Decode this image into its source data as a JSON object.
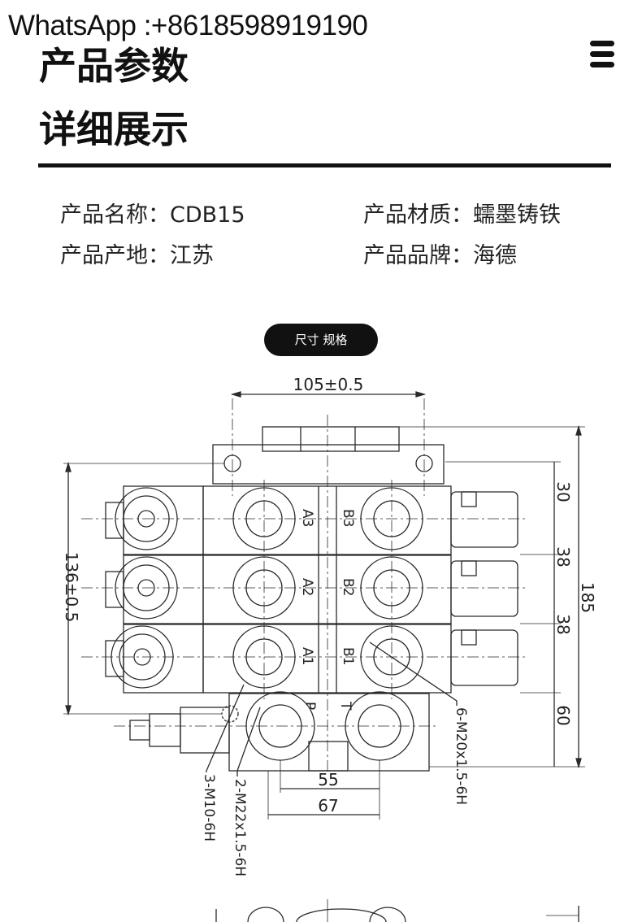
{
  "watermark": "WhatsApp :+8618598919190",
  "hero": {
    "line1": "产品参数",
    "line2": "详细展示"
  },
  "specs": [
    {
      "label": "产品名称：",
      "value": "CDB15"
    },
    {
      "label": "产品材质：",
      "value": "蠕墨铸铁"
    },
    {
      "label": "产品产地：",
      "value": "江苏"
    },
    {
      "label": "产品品牌：",
      "value": "海德"
    }
  ],
  "size_tab": "尺寸 规格",
  "drawing": {
    "width_label": "105±0.5",
    "height_total": "185",
    "height_span": "136±0.5",
    "pitches": [
      "30",
      "38",
      "38",
      "60"
    ],
    "port_spacing_inner": "55",
    "port_spacing_outer": "67",
    "ports_left": [
      "A3",
      "A2",
      "A1"
    ],
    "ports_right": [
      "B3",
      "B2",
      "B1"
    ],
    "port_p": "P",
    "port_t": "T",
    "callout_work": "6-M20x1.5-6H",
    "callout_m10": "3-M10-6H",
    "callout_m22": "2-M22x1.5-6H"
  }
}
